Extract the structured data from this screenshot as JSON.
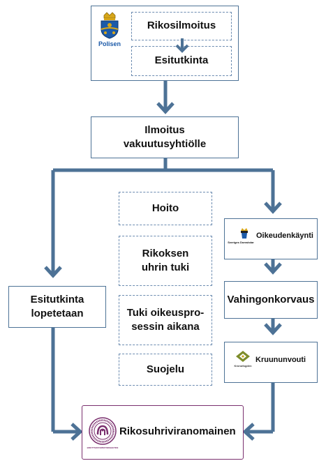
{
  "colors": {
    "connector": "#4d7296",
    "box_border": "#4d7296",
    "dashed_border": "#6b8bb0",
    "victim_border": "#7a2f6e",
    "police_blue": "#1c5aa8",
    "crown_gold": "#d7a619"
  },
  "police": {
    "logo_text": "Polisen",
    "steps": [
      "Rikosilmoitus",
      "Esitutkinta"
    ]
  },
  "notice": {
    "label_line1": "Ilmoitus",
    "label_line2": "vakuutusyhtiölle"
  },
  "support": [
    {
      "lines": [
        "Hoito"
      ]
    },
    {
      "lines": [
        "Rikoksen",
        "uhrin tuki"
      ]
    },
    {
      "lines": [
        "Tuki oikeuspro-",
        "sessin aikana"
      ]
    },
    {
      "lines": [
        "Suojelu"
      ]
    }
  ],
  "left_branch": {
    "line1": "Esitutkinta",
    "line2": "lopetetaan"
  },
  "right_branch": {
    "court": {
      "label": "Oikeudenkäynti",
      "logo_text": "Sveriges Domstolar"
    },
    "damages": {
      "label": "Vahingonkorvaus"
    },
    "enforcement": {
      "label": "Kruununvouti",
      "logo_text": "Kronofogden"
    }
  },
  "authority": {
    "label": "Rikosuhriviranomainen",
    "seal_text": "BROTTSOFFERMYNDIGHETEN"
  }
}
